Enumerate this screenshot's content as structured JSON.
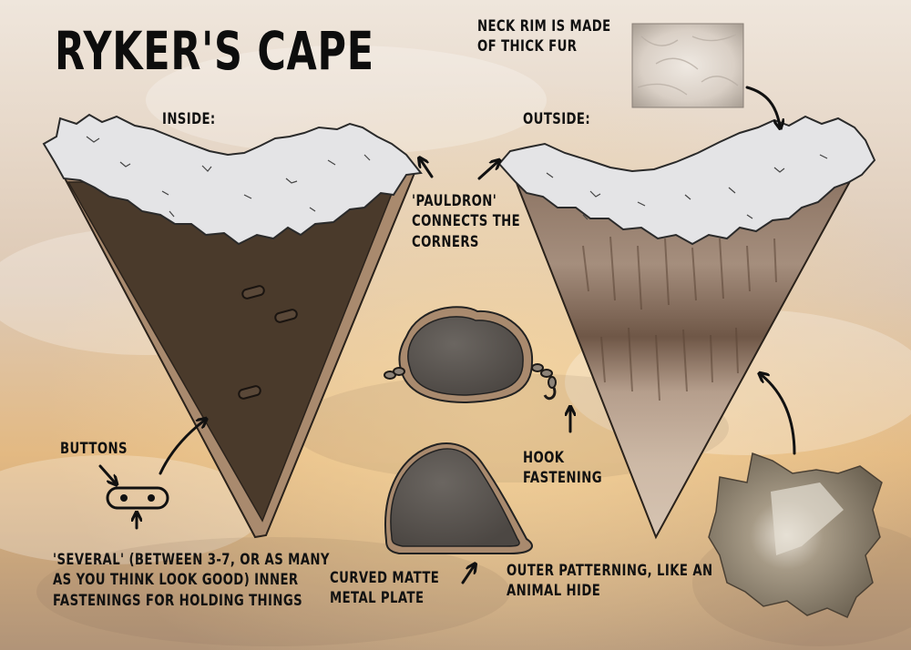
{
  "title": "RYKER'S CAPE",
  "inside_label": "INSIDE:",
  "outside_label": "OUTSIDE:",
  "neck_rim_note": [
    "NECK RIM IS MADE",
    "OF  THICK FUR"
  ],
  "pauldron_note": [
    "'PAULDRON'",
    "CONNECTS THE",
    "CORNERS"
  ],
  "buttons_label": "BUTTONS",
  "hook_note": [
    "HOOK",
    "FASTENING"
  ],
  "plate_note": [
    "CURVED MATTE",
    "METAL PLATE"
  ],
  "pattern_note": [
    "OUTER PATTERNING, LIKE AN",
    "ANIMAL HIDE"
  ],
  "fastenings_note": [
    "'SEVERAL' (BETWEEN 3-7, OR AS MANY",
    "AS YOU THINK LOOK GOOD) INNER",
    "FASTENINGS FOR HOLDING THINGS"
  ],
  "colors": {
    "cape_inner": "#4a3a2b",
    "cape_edge": "#a98a6e",
    "fur": "#e4e4e6",
    "plate": "#5a5550",
    "hide": "#8e8270",
    "ink": "#111111"
  }
}
